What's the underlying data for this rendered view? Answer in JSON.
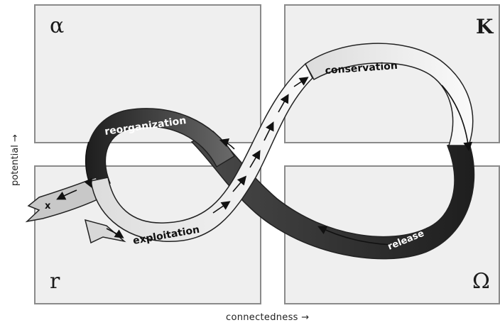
{
  "diagram": {
    "corners": {
      "top_left": "α",
      "top_right": "K",
      "bottom_left": "r",
      "bottom_right": "Ω"
    },
    "phases": {
      "reorganization": "reorganization",
      "conservation": "conservation",
      "exploitation": "exploitation",
      "release": "release"
    },
    "exit_label": "x",
    "axis_x": "connectedness →",
    "axis_y": "potential →",
    "colors": {
      "quadrant_fill": "#efefef",
      "quadrant_border": "#8a8a8a",
      "band_light": "#f4f4f4",
      "band_dark": "#2e2e2e",
      "band_mid": "#9a9a9a"
    }
  }
}
